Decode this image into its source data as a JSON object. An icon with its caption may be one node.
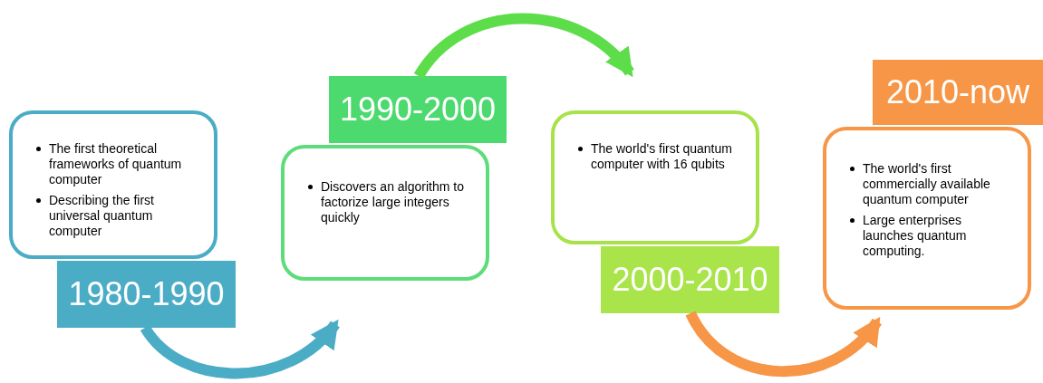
{
  "diagram": {
    "nodes": [
      {
        "text": [
          "The first theoretical frameworks of quantum computer",
          "Describing the first universal quantum computer"
        ]
      },
      {
        "text": [
          "1980-1990"
        ]
      },
      {
        "text": [
          "1990-2000"
        ]
      },
      {
        "text": [
          "Discovers an algorithm to factorize large integers quickly"
        ]
      },
      {
        "text": [
          "The world's first quantum computer with 16 qubits"
        ]
      },
      {
        "text": [
          "2000-2010"
        ]
      },
      {
        "text": [
          "2010-now"
        ]
      },
      {
        "text": [
          "The world's first commercially available quantum computer",
          "Large enterprises launches quantum computing."
        ]
      }
    ],
    "edges": [
      {
        "from": 1,
        "to": 3,
        "arrow": "to",
        "color": "#4bacc6"
      },
      {
        "from": 2,
        "to": 4,
        "arrow": "to",
        "color": "#5ddd4a"
      },
      {
        "from": 5,
        "to": 7,
        "arrow": "to",
        "color": "#f79646"
      }
    ]
  }
}
